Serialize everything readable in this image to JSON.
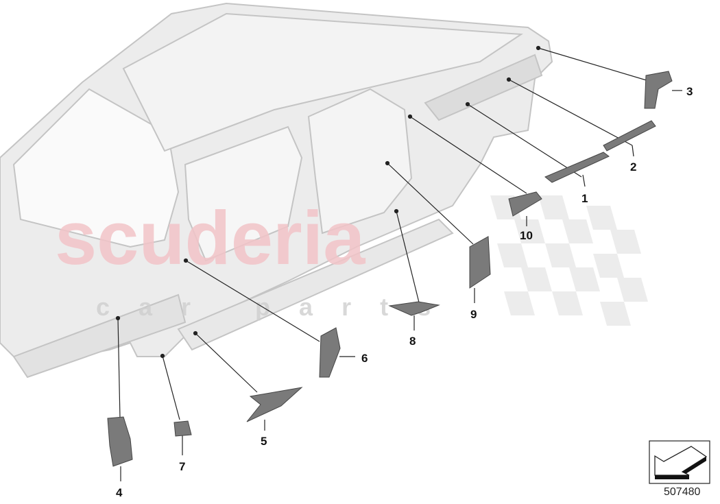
{
  "diagram": {
    "reference_number": "507480",
    "watermark": {
      "main": "scuderia",
      "sub": "car parts",
      "main_color": "#f2c4c8",
      "sub_color": "#d8d8d8"
    },
    "colors": {
      "body": "#e6e6e6",
      "body_stroke": "#c8c8c8",
      "part": "#7a7a7a",
      "leader": "#222222"
    },
    "callouts": [
      {
        "label": "1"
      },
      {
        "label": "2"
      },
      {
        "label": "3"
      },
      {
        "label": "4"
      },
      {
        "label": "5"
      },
      {
        "label": "6"
      },
      {
        "label": "7"
      },
      {
        "label": "8"
      },
      {
        "label": "9"
      },
      {
        "label": "10"
      }
    ],
    "nav_icon": "arrow-down-left-icon"
  }
}
